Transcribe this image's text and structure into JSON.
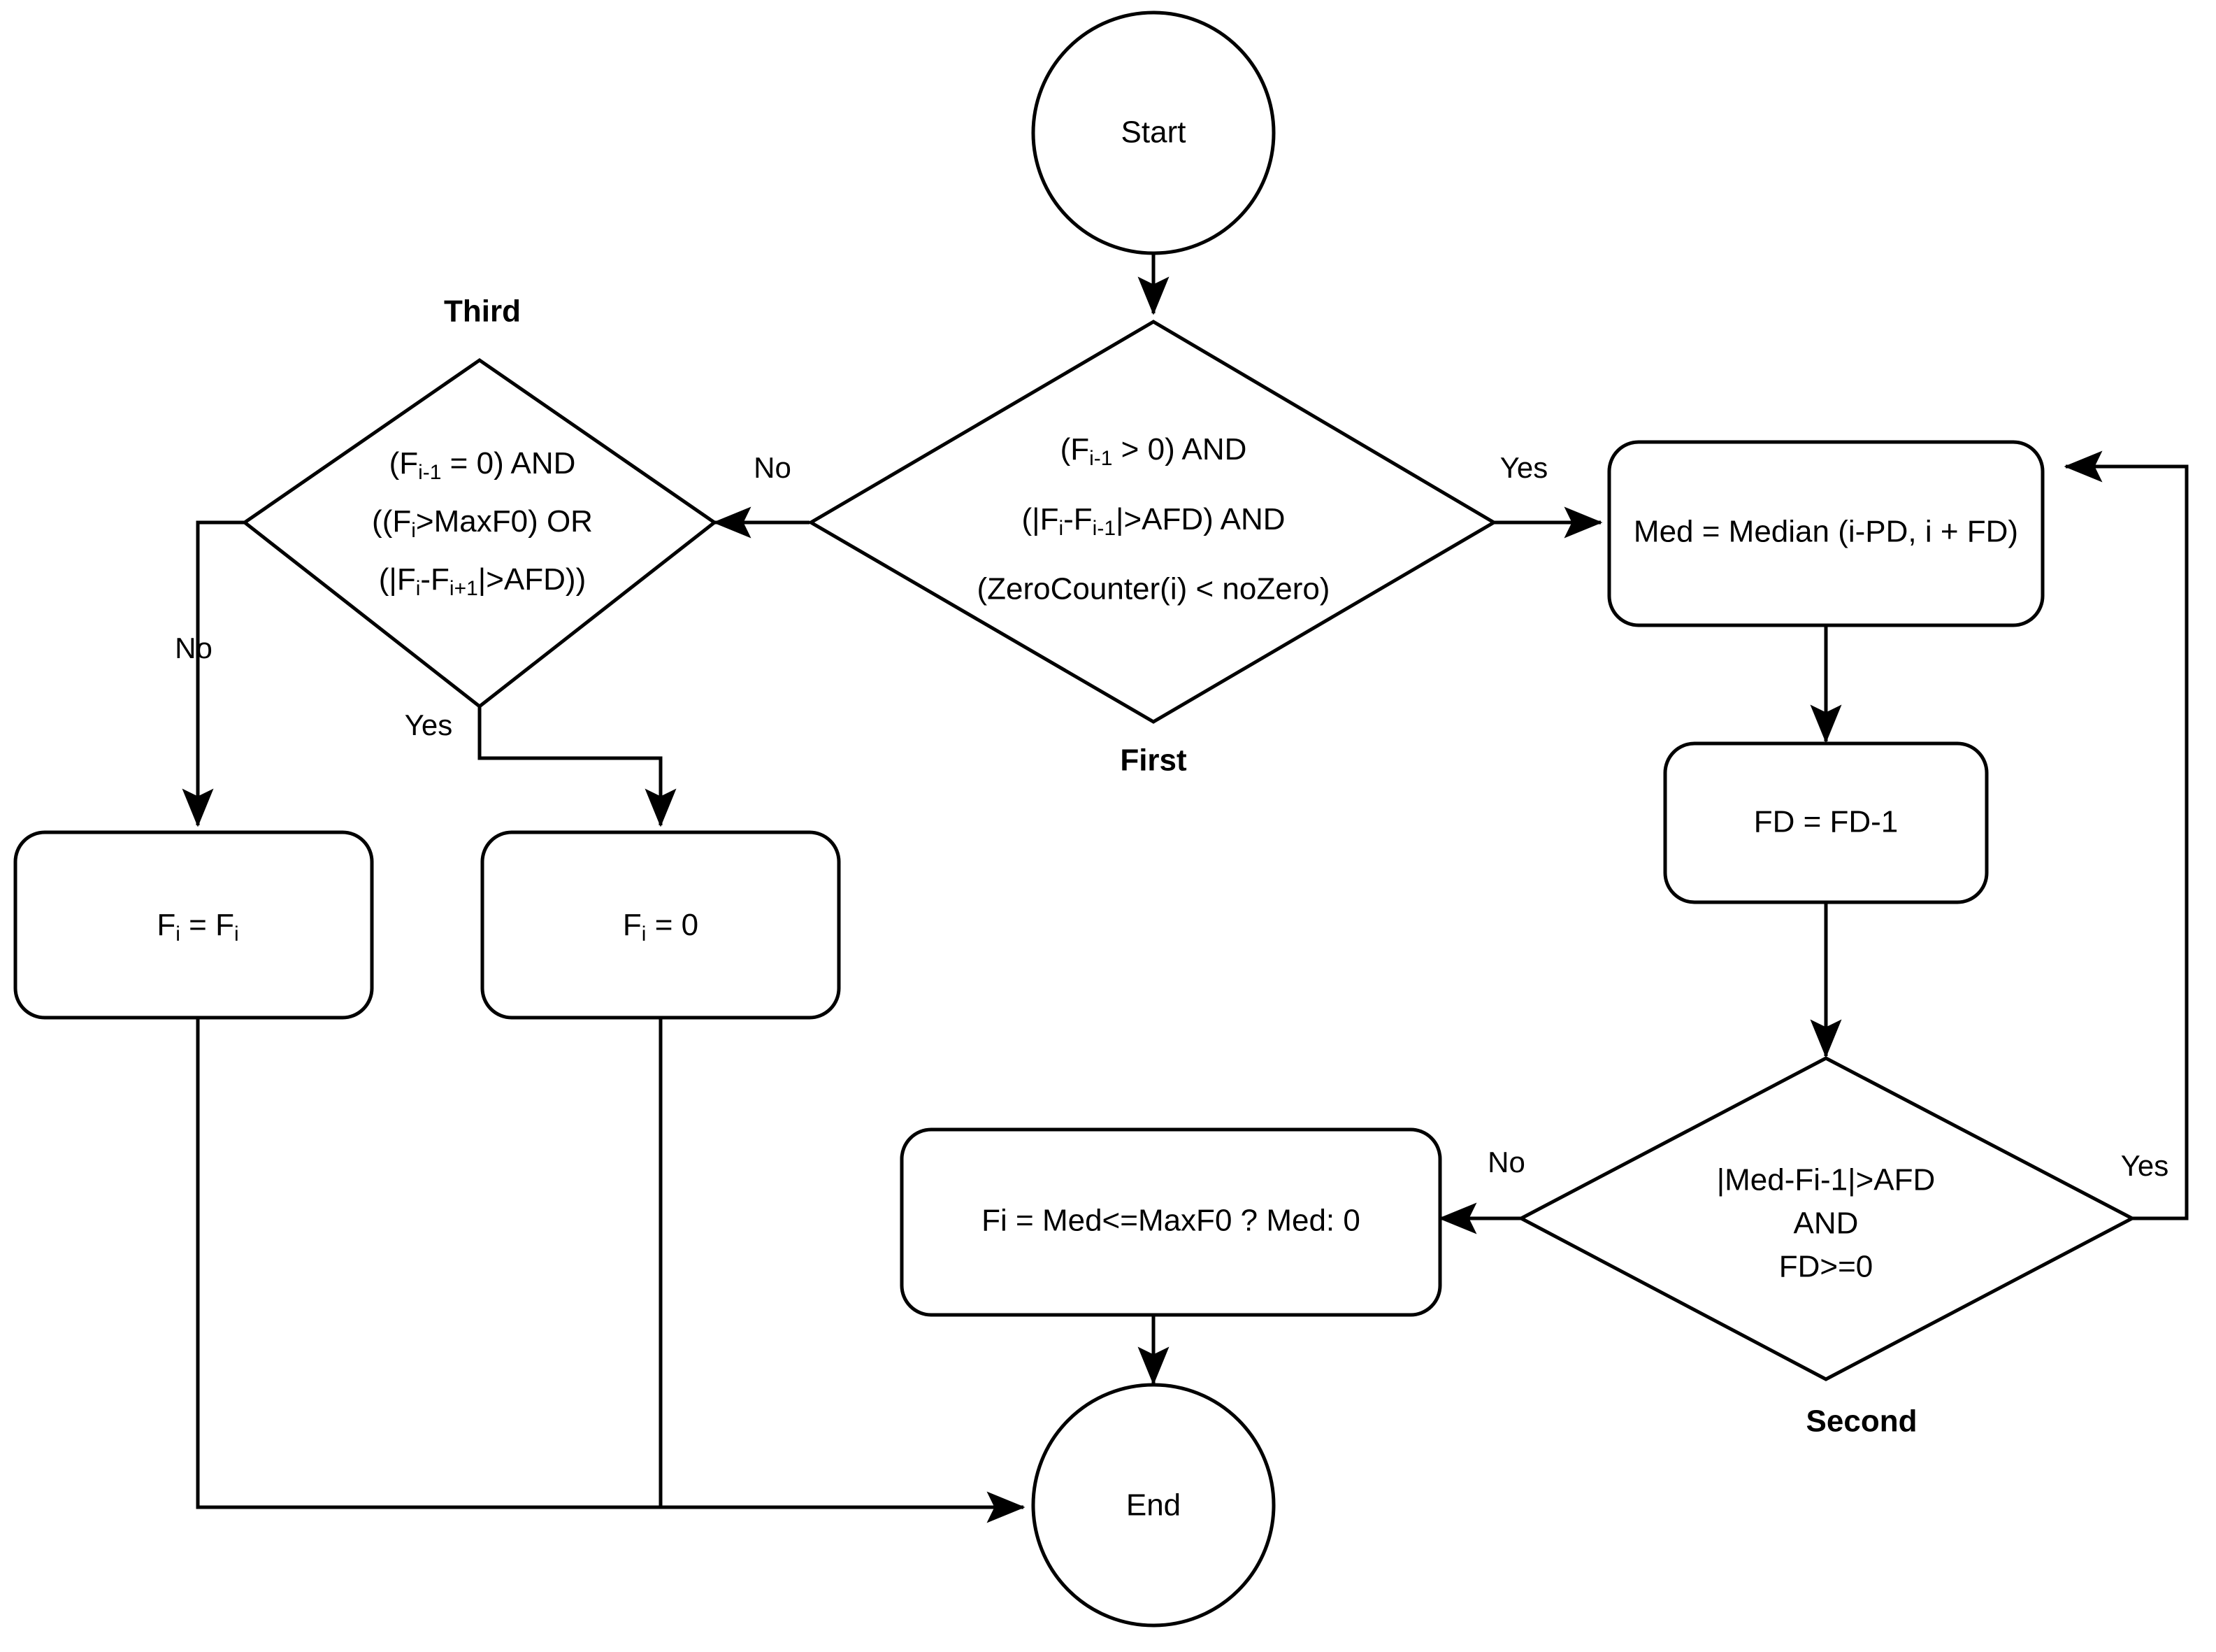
{
  "diagram": {
    "title": "Flowchart",
    "background_color": "#ffffff",
    "stroke_color": "#000000"
  },
  "nodes": {
    "start": {
      "label": "Start",
      "shape": "circle"
    },
    "first_decision": {
      "shape": "diamond",
      "group_label": "First",
      "line1_a": "(F",
      "line1_sub": "i-1",
      "line1_b": " > 0) AND",
      "line2_a": "(|F",
      "line2_sub1": "i",
      "line2_b": "-F",
      "line2_sub2": "i-1",
      "line2_c": "|>AFD) AND",
      "line3": "(ZeroCounter(i) < noZero)"
    },
    "third_decision": {
      "shape": "diamond",
      "group_label": "Third",
      "line1_a": "(F",
      "line1_sub": "i-1",
      "line1_b": " = 0) AND",
      "line2_a": "((F",
      "line2_sub": "i",
      "line2_b": ">MaxF0) OR",
      "line3_a": "(|F",
      "line3_sub1": "i",
      "line3_b": "-F",
      "line3_sub2": "i+1",
      "line3_c": "|>AFD))"
    },
    "median_process": {
      "shape": "rounded-rect",
      "label": "Med = Median (i-PD, i + FD)"
    },
    "fd_decrement_process": {
      "shape": "rounded-rect",
      "label": "FD = FD-1"
    },
    "second_decision": {
      "shape": "diamond",
      "group_label": "Second",
      "line1": "|Med-Fi-1|>AFD",
      "line2": "AND",
      "line3": "FD>=0"
    },
    "assign_fi_med_process": {
      "shape": "rounded-rect",
      "label": "Fi = Med<=MaxF0 ? Med: 0"
    },
    "keep_fi_process": {
      "shape": "rounded-rect",
      "a": "F",
      "sub1": "i",
      "b": " = F",
      "sub2": "i"
    },
    "zero_fi_process": {
      "shape": "rounded-rect",
      "a": "F",
      "sub1": "i",
      "b": " = 0"
    },
    "end": {
      "label": "End",
      "shape": "circle"
    }
  },
  "edges": {
    "start_to_first": {
      "label": ""
    },
    "first_yes_to_median": {
      "label": "Yes"
    },
    "first_no_to_third": {
      "label": "No"
    },
    "median_to_fd": {
      "label": ""
    },
    "fd_to_second": {
      "label": ""
    },
    "second_yes_loop_to_median": {
      "label": "Yes"
    },
    "second_no_to_assign": {
      "label": "No"
    },
    "assign_to_end": {
      "label": ""
    },
    "third_no_to_keep": {
      "label": "No"
    },
    "third_yes_to_zero": {
      "label": "Yes"
    },
    "keep_to_end": {
      "label": ""
    },
    "zero_to_end": {
      "label": ""
    }
  }
}
